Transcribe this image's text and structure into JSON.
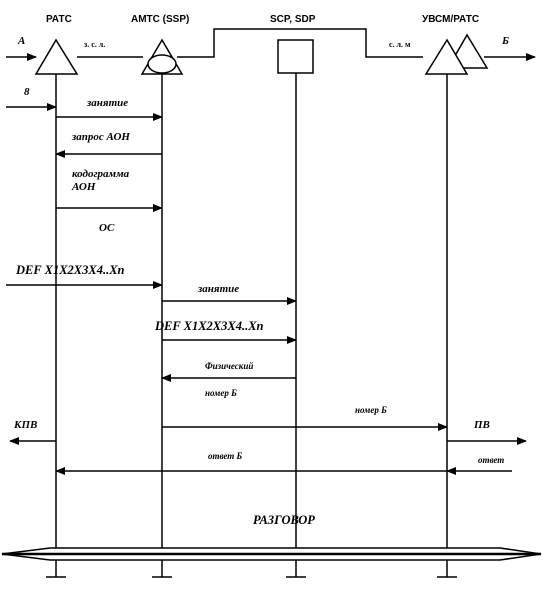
{
  "headers": {
    "pats": "РАТС",
    "amts": "АМТС (SSP)",
    "scp": "SCP, SDP",
    "uvsm": "УВСМ/РАТС"
  },
  "labels": {
    "a": "А",
    "b": "Б",
    "eight": "8",
    "zsl": "з. с. л.",
    "slm": "с. л. м",
    "zanyatie1": "занятие",
    "zapros_aon": "запрос АОН",
    "kodogramma_1": "кодограмма",
    "kodogramma_2": "АОН",
    "os": "ОС",
    "def1": "DEF X1X2X3X4..Xn",
    "zanyatie2": "занятие",
    "def2": "DEF X1X2X3X4..Xn",
    "fizicheskiy": "Физический",
    "nomer_b1": "номер Б",
    "nomer_b2": "номер Б",
    "kpv": "КПВ",
    "pv": "ПВ",
    "otvet": "ответ",
    "otvet_b": "ответ Б",
    "razgovor": "РАЗГОВОР"
  }
}
